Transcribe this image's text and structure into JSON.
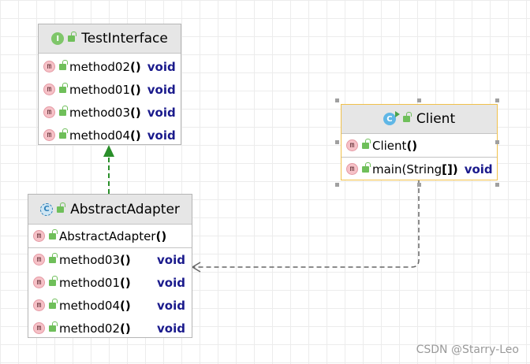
{
  "diagram": {
    "interface": {
      "title": "TestInterface",
      "methods": [
        {
          "name": "method02",
          "paren": "()",
          "type": "void"
        },
        {
          "name": "method01",
          "paren": "()",
          "type": "void"
        },
        {
          "name": "method03",
          "paren": "()",
          "type": "void"
        },
        {
          "name": "method04",
          "paren": "()",
          "type": "void"
        }
      ]
    },
    "client": {
      "title": "Client",
      "constructor": {
        "name": "Client",
        "paren": "()"
      },
      "methods": [
        {
          "name": "main(String",
          "paren": "[])",
          "type": "void"
        }
      ]
    },
    "adapter": {
      "title": "AbstractAdapter",
      "constructor": {
        "name": "AbstractAdapter",
        "paren": "()"
      },
      "methods": [
        {
          "name": "method03",
          "paren": "()",
          "type": "void"
        },
        {
          "name": "method01",
          "paren": "()",
          "type": "void"
        },
        {
          "name": "method04",
          "paren": "()",
          "type": "void"
        },
        {
          "name": "method02",
          "paren": "()",
          "type": "void"
        }
      ]
    }
  },
  "icons": {
    "method": "m",
    "interface": "I",
    "class": "C"
  },
  "colors": {
    "implements_arrow": "#2a8f2a",
    "dependency_arrow": "#666666",
    "selection": "#f0c14b"
  },
  "watermark": "CSDN @Starry-Leo"
}
